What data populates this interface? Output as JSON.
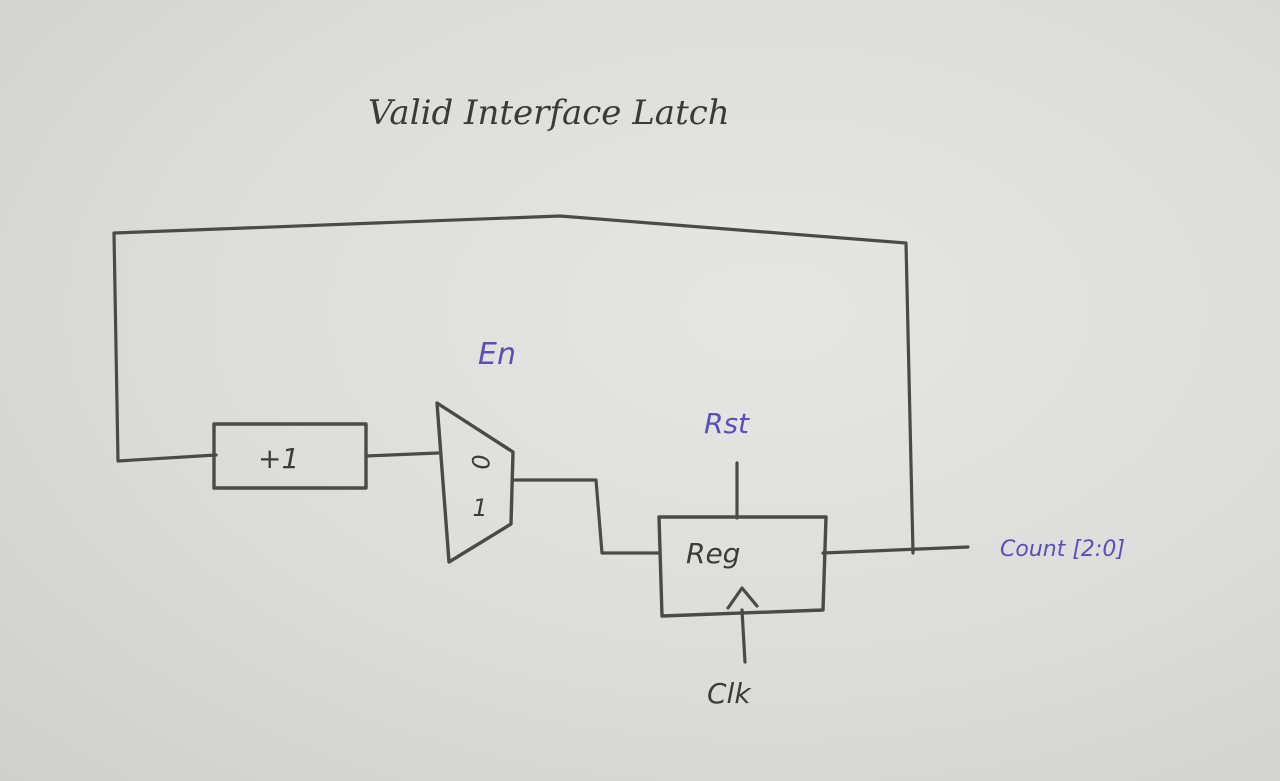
{
  "diagram": {
    "title": "Valid Interface Latch",
    "incrementer_label": "+1",
    "mux": {
      "input_0_label": "0",
      "input_1_label": "1",
      "select_label": "En"
    },
    "register": {
      "label": "Reg",
      "reset_label": "Rst",
      "clock_label": "Clk"
    },
    "output_label": "Count [2:0]"
  },
  "colors": {
    "pencil": "#4a4a48",
    "ink_blue": "#5a4fb8",
    "paper": "#dcdcda"
  }
}
